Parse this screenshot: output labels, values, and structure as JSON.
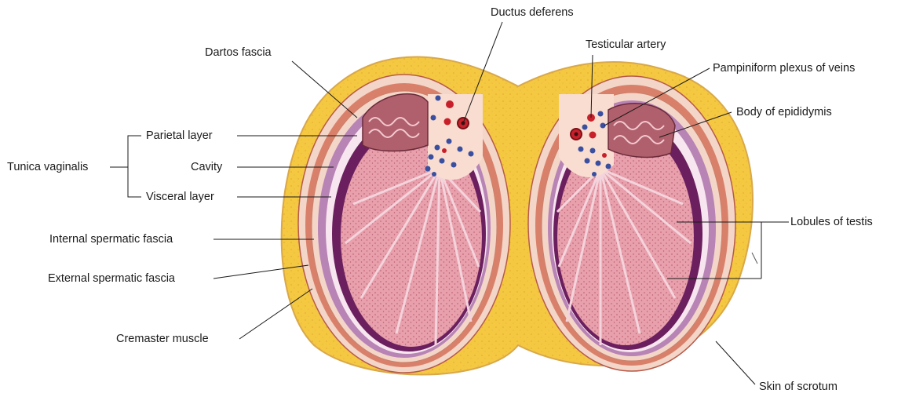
{
  "labels": {
    "ductus_deferens": "Ductus deferens",
    "dartos_fascia": "Dartos fascia",
    "testicular_artery": "Testicular artery",
    "pampiniform_plexus": "Pampiniform plexus of veins",
    "body_of_epididymis": "Body of epididymis",
    "tunica_vaginalis": "Tunica vaginalis",
    "parietal_layer": "Parietal layer",
    "cavity": "Cavity",
    "visceral_layer": "Visceral layer",
    "internal_spermatic_fascia": "Internal spermatic fascia",
    "external_spermatic_fascia": "External spermatic fascia",
    "cremaster_muscle": "Cremaster muscle",
    "lobules_of_testis": "Lobules of testis",
    "skin_of_scrotum": "Skin of scrotum"
  },
  "colors": {
    "skin_fat": "#f5c842",
    "skin_fat_light": "#fbe07a",
    "fascia_red": "#d9806b",
    "fascia_pale": "#f3d6c8",
    "tunica_purple": "#6b1f5e",
    "tunica_light": "#b883b5",
    "testis_pink": "#e7a0ac",
    "septa": "#f4d4dc",
    "vein_blue": "#3a4fa0",
    "artery_red": "#c8202a",
    "epididymis": "#b0606c"
  }
}
